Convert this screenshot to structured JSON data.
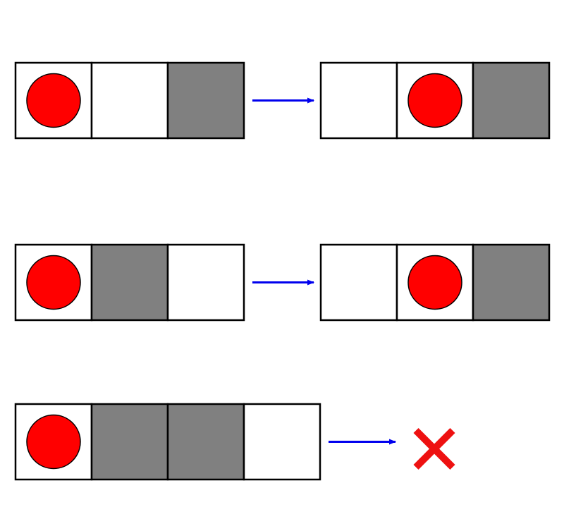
{
  "colors": {
    "ball": "#ff0000",
    "block": "#808080",
    "empty": "#ffffff",
    "border": "#000000",
    "arrow": "#0000ee",
    "fail_mark": "#ee1111"
  },
  "icons": {
    "ball": "red-circle-icon",
    "arrow": "right-arrow-icon",
    "fail": "red-x-icon"
  },
  "rows": [
    {
      "before": [
        "ball",
        "empty",
        "block"
      ],
      "result": "strip",
      "after": [
        "empty",
        "ball",
        "block"
      ]
    },
    {
      "before": [
        "ball",
        "block",
        "empty"
      ],
      "result": "strip",
      "after": [
        "empty",
        "ball",
        "block"
      ]
    },
    {
      "before": [
        "ball",
        "block",
        "block",
        "empty"
      ],
      "result": "fail"
    }
  ]
}
